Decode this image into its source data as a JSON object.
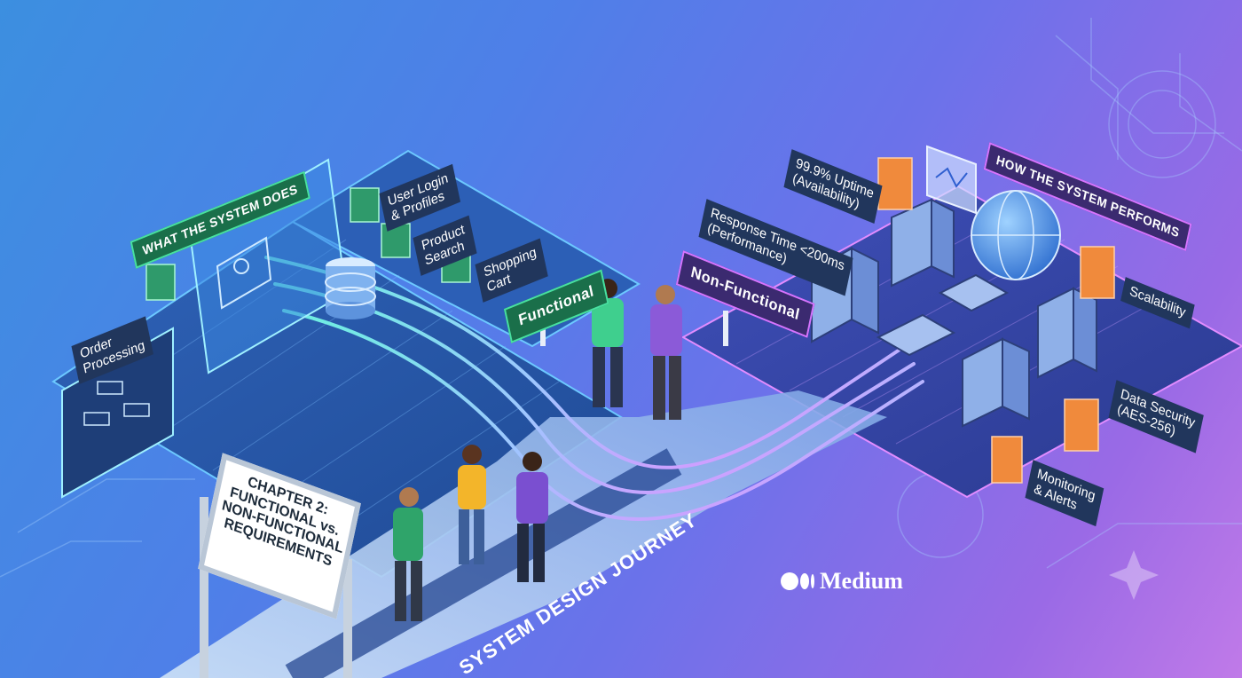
{
  "left": {
    "header": "WHAT THE SYSTEM DOES",
    "items": [
      {
        "label": "User Login\n& Profiles",
        "icon": "user-icon"
      },
      {
        "label": "Product\nSearch",
        "icon": "search-icon"
      },
      {
        "label": "Shopping\nCart",
        "icon": "cart-icon"
      },
      {
        "label": "Order\nProcessing",
        "icon": "order-icon"
      }
    ],
    "sign": "Functional"
  },
  "right": {
    "header": "HOW THE SYSTEM PERFORMS",
    "items": [
      {
        "label": "99.9% Uptime\n(Availability)",
        "icon": "gauge-icon"
      },
      {
        "label": "Response Time <200ms\n(Performance)",
        "icon": "chart-icon"
      },
      {
        "label": "Scalability",
        "icon": "scale-icon"
      },
      {
        "label": "Data Security\n(AES-256)",
        "icon": "lock-icon"
      },
      {
        "label": "Monitoring\n& Alerts",
        "icon": "monitor-icon"
      }
    ],
    "sign": "Non-Functional"
  },
  "board": "CHAPTER 2:\nFUNCTIONAL vs.\nNON-FUNCTIONAL\nREQUIREMENTS",
  "path_label": "SYSTEM DESIGN JOURNEY",
  "brand": "Medium",
  "colors": {
    "bg_start": "#3c8fe0",
    "bg_end": "#c07ae8",
    "functional_accent": "#48e0a0",
    "non_functional_accent": "#d674ff",
    "orange_icon": "#f08a3c"
  }
}
